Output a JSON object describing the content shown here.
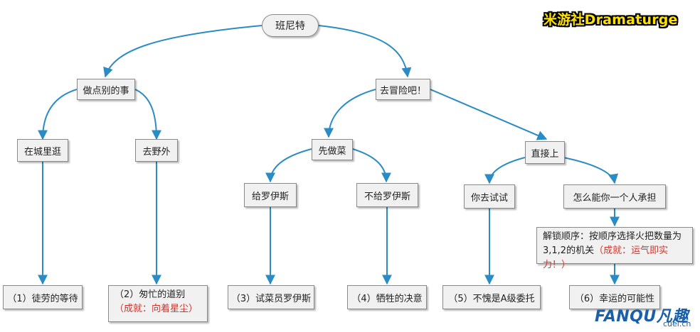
{
  "diagram": {
    "root": "班尼特",
    "level1": {
      "left": "做点别的事",
      "right": "去冒险吧！"
    },
    "left_branch": {
      "city": "在城里逛",
      "wild": "去野外"
    },
    "right_branch": {
      "cook": "先做菜",
      "direct": "直接上"
    },
    "cook_branch": {
      "give": "给罗伊斯",
      "not_give": "不给罗伊斯"
    },
    "direct_branch": {
      "you_try": "你去试试",
      "alone": "怎么能你一个人承担"
    },
    "unlock": {
      "text": "解锁顺序：按顺序选择火把数量为3,1,2的机关",
      "achievement": "（成就：运气即实力！）"
    },
    "endings": {
      "e1": "（1）徒劳的等待",
      "e2": "（2）匆忙的道别",
      "e2_achievement": "（成就：向着星尘）",
      "e3": "（3）试菜员罗伊斯",
      "e4": "（4）牺牲的决意",
      "e5": "（5）不愧是A级委托",
      "e6": "（6）幸运的可能性"
    }
  },
  "watermark": "米游社Dramaturge",
  "logo": {
    "main": "FANQU凡趣",
    "sub": "cuel.cn"
  },
  "colors": {
    "edge": "#2b8cc4",
    "node_fill": "#f1f1f1",
    "node_border": "#8a8a8a",
    "achievement": "#d0342c"
  }
}
